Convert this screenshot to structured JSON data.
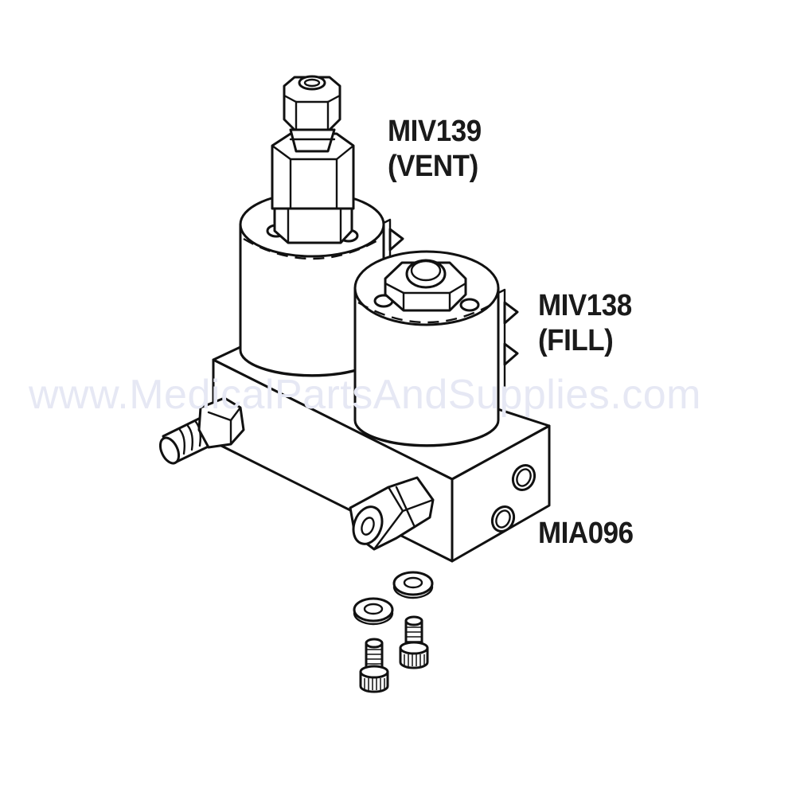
{
  "diagram": {
    "type": "parts-illustration",
    "subject": "Solenoid valve manifold assembly",
    "labels": [
      {
        "id": "vent-valve",
        "part_number": "MIV139",
        "description": "(VENT)"
      },
      {
        "id": "fill-valve",
        "part_number": "MIV138",
        "description": "(FILL)"
      },
      {
        "id": "manifold",
        "part_number": "MIA096"
      }
    ],
    "components": [
      "vent solenoid valve with compression fitting",
      "fill solenoid valve with hex nut",
      "manifold block",
      "barbed hose fitting",
      "compression fitting",
      "hex socket port plugs (2)",
      "flat washers (2)",
      "socket head cap screws (2)"
    ],
    "watermark": "www.MedicalPartsAndSupplies.com",
    "colors": {
      "line": "#111111",
      "label": "#1a1a1a",
      "watermark": "#e6e8f4",
      "background": "#ffffff"
    }
  }
}
